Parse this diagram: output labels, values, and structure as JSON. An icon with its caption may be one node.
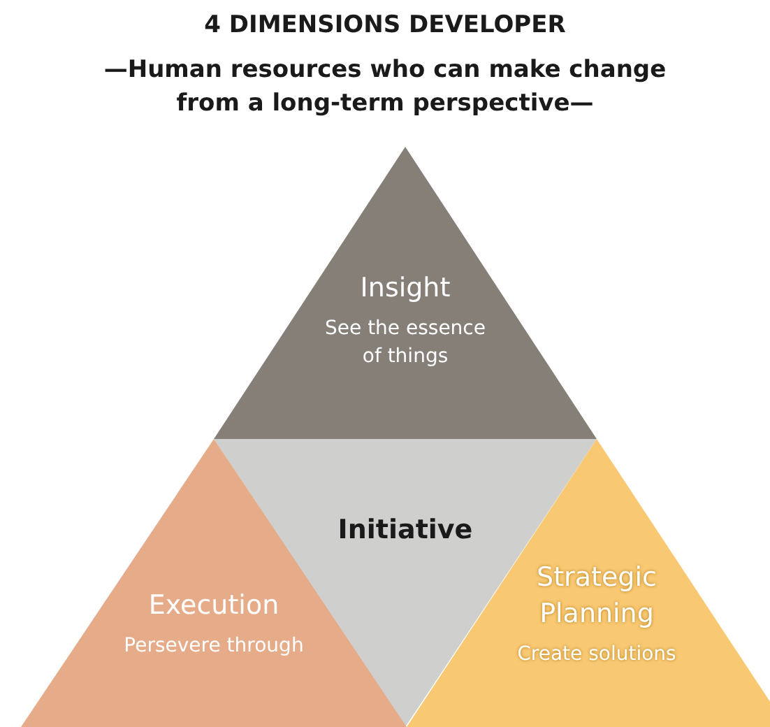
{
  "diagram": {
    "title": "4 DIMENSIONS DEVELOPER",
    "nodes": [
      {
        "text": [
          "Insight",
          "See the essence of things"
        ]
      },
      {
        "text": [
          "Initiative"
        ]
      },
      {
        "text": [
          "Execution",
          "Persevere through"
        ]
      },
      {
        "text": [
          "Strategic Planning",
          "Create solutions"
        ]
      }
    ],
    "edges": [],
    "labels": [
      "—Human resources who can make change from a long-term perspective—"
    ]
  }
}
